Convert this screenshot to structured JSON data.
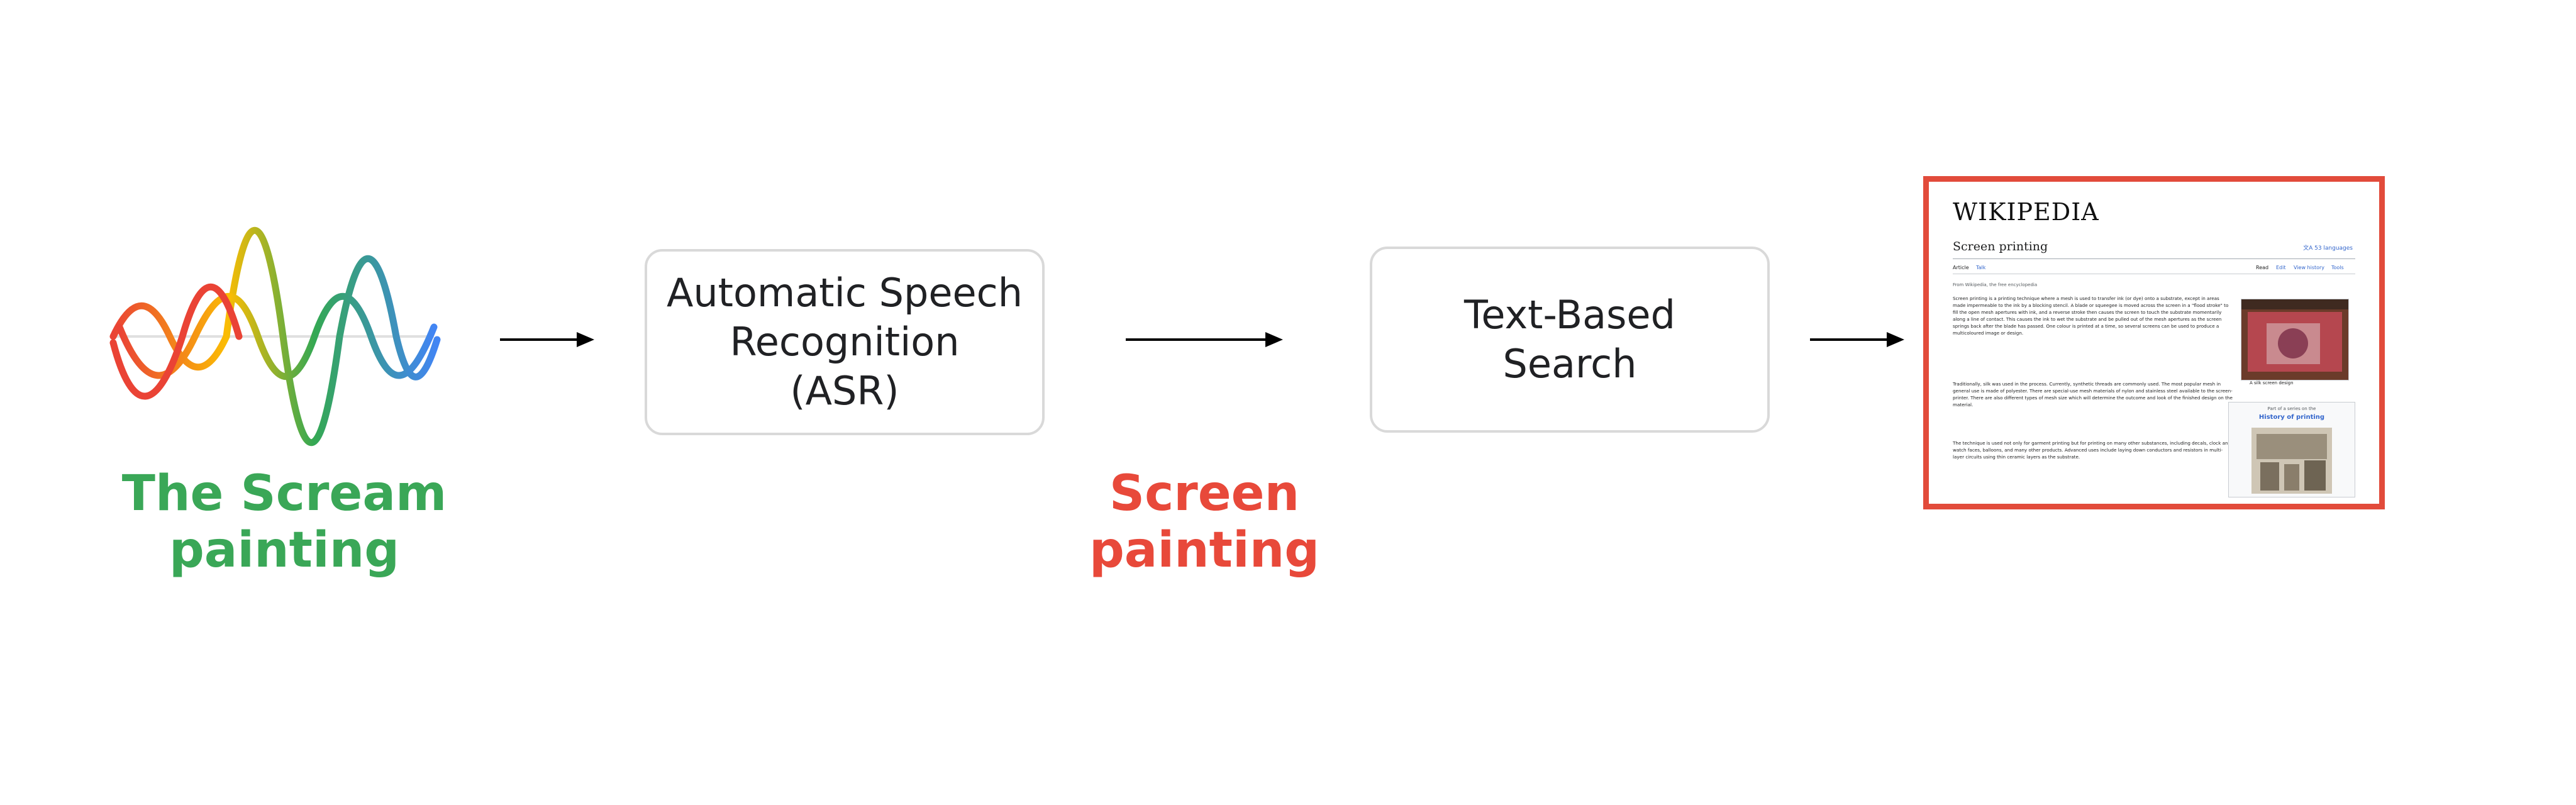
{
  "input": {
    "caption": "The Scream\npainting",
    "colors": [
      "#ea4335",
      "#fbbc04",
      "#34a853",
      "#4285f4"
    ]
  },
  "asr": {
    "label": "Automatic Speech\nRecognition\n(ASR)"
  },
  "output": {
    "caption": "Screen\npainting",
    "color": "#e8493a"
  },
  "search": {
    "label": "Text-Based\nSearch"
  },
  "wiki": {
    "logo": "WIKIPEDIA",
    "title": "Screen printing",
    "languages": "文A 53 languages",
    "tabs": [
      "Article",
      "Talk",
      "Read",
      "Edit",
      "View history",
      "Tools"
    ],
    "from": "From Wikipedia, the free encyclopedia",
    "p1": "Screen printing is a printing technique where a mesh is used to transfer ink (or dye) onto a substrate, except in areas made impermeable to the ink by a blocking stencil. A blade or squeegee is moved across the screen in a \"flood stroke\" to fill the open mesh apertures with ink, and a reverse stroke then causes the screen to touch the substrate momentarily along a line of contact. This causes the ink to wet the substrate and be pulled out of the mesh apertures as the screen springs back after the blade has passed. One colour is printed at a time, so several screens can be used to produce a multicoloured image or design.",
    "p2": "Traditionally, silk was used in the process. Currently, synthetic threads are commonly used. The most popular mesh in general use is made of polyester. There are special-use mesh materials of nylon and stainless steel available to the screen-printer. There are also different types of mesh size which will determine the outcome and look of the finished design on the material.",
    "p3": "The technique is used not only for garment printing but for printing on many other substances, including decals, clock and watch faces, balloons, and many other products. Advanced uses include laying down conductors and resistors in multi-layer circuits using thin ceramic layers as the substrate.",
    "image_caption": "A silk screen design",
    "sidebox_sub": "Part of a series on the",
    "sidebox_title": "History of printing"
  }
}
